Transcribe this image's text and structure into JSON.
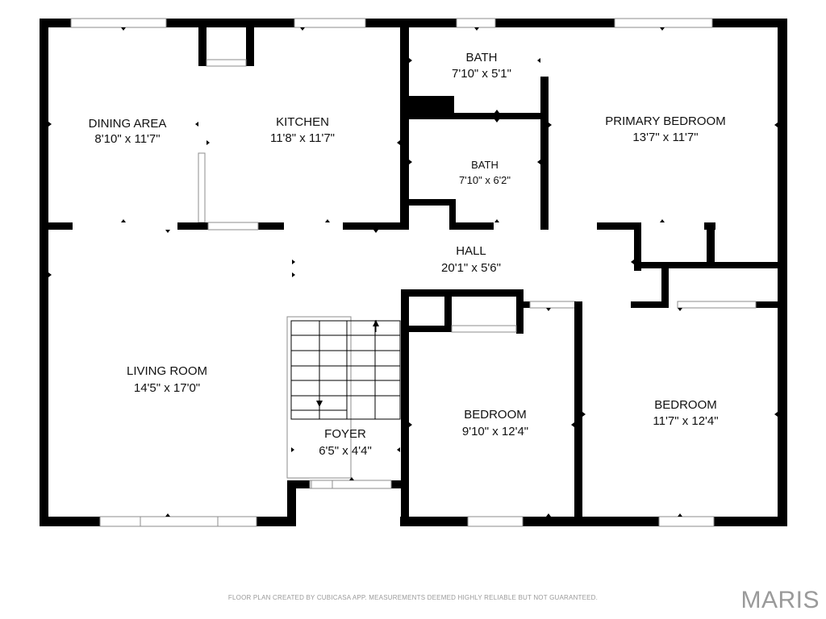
{
  "rooms": {
    "dining_area": {
      "name": "DINING AREA",
      "dims": "8'10\" x 11'7\""
    },
    "kitchen": {
      "name": "KITCHEN",
      "dims": "11'8\" x 11'7\""
    },
    "bath_upper": {
      "name": "BATH",
      "dims": "7'10\" x 5'1\""
    },
    "bath_lower": {
      "name": "BATH",
      "dims": "7'10\" x 6'2\""
    },
    "primary_bedroom": {
      "name": "PRIMARY BEDROOM",
      "dims": "13'7\" x 11'7\""
    },
    "hall": {
      "name": "HALL",
      "dims": "20'1\" x 5'6\""
    },
    "living_room": {
      "name": "LIVING ROOM",
      "dims": "14'5\" x 17'0\""
    },
    "foyer": {
      "name": "FOYER",
      "dims": "6'5\" x 4'4\""
    },
    "bedroom_middle": {
      "name": "BEDROOM",
      "dims": "9'10\" x 12'4\""
    },
    "bedroom_right": {
      "name": "BEDROOM",
      "dims": "11'7\" x 12'4\""
    }
  },
  "footer": {
    "disclaimer": "FLOOR PLAN CREATED BY CUBICASA APP. MEASUREMENTS DEEMED HIGHLY RELIABLE BUT NOT GUARANTEED.",
    "logo": "MARIS"
  },
  "colors": {
    "wall": "#000000",
    "window_frame": "#8c8c8c",
    "footer_text": "#9a9a9a"
  }
}
